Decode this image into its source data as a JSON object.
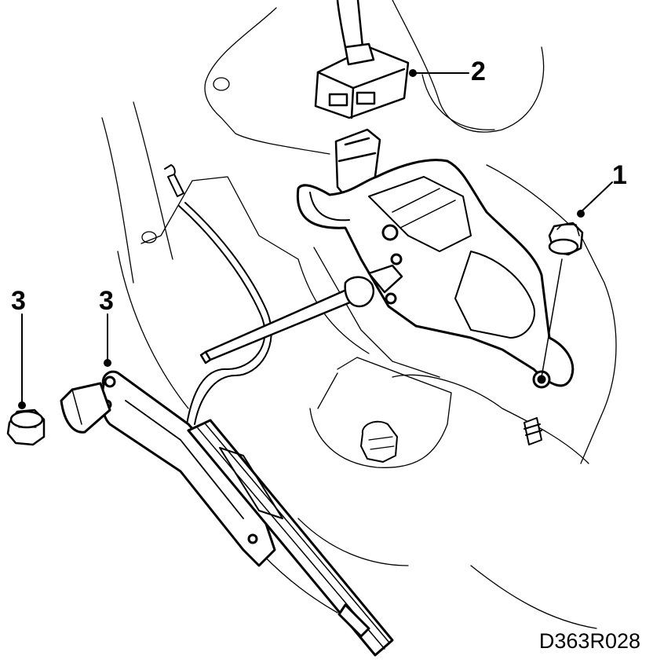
{
  "callouts": {
    "part_1": "1",
    "part_2": "2",
    "part_3_left": "3",
    "part_3_right": "3"
  },
  "reference_code": "D363R028",
  "colors": {
    "line": "#000000",
    "background": "#ffffff"
  }
}
